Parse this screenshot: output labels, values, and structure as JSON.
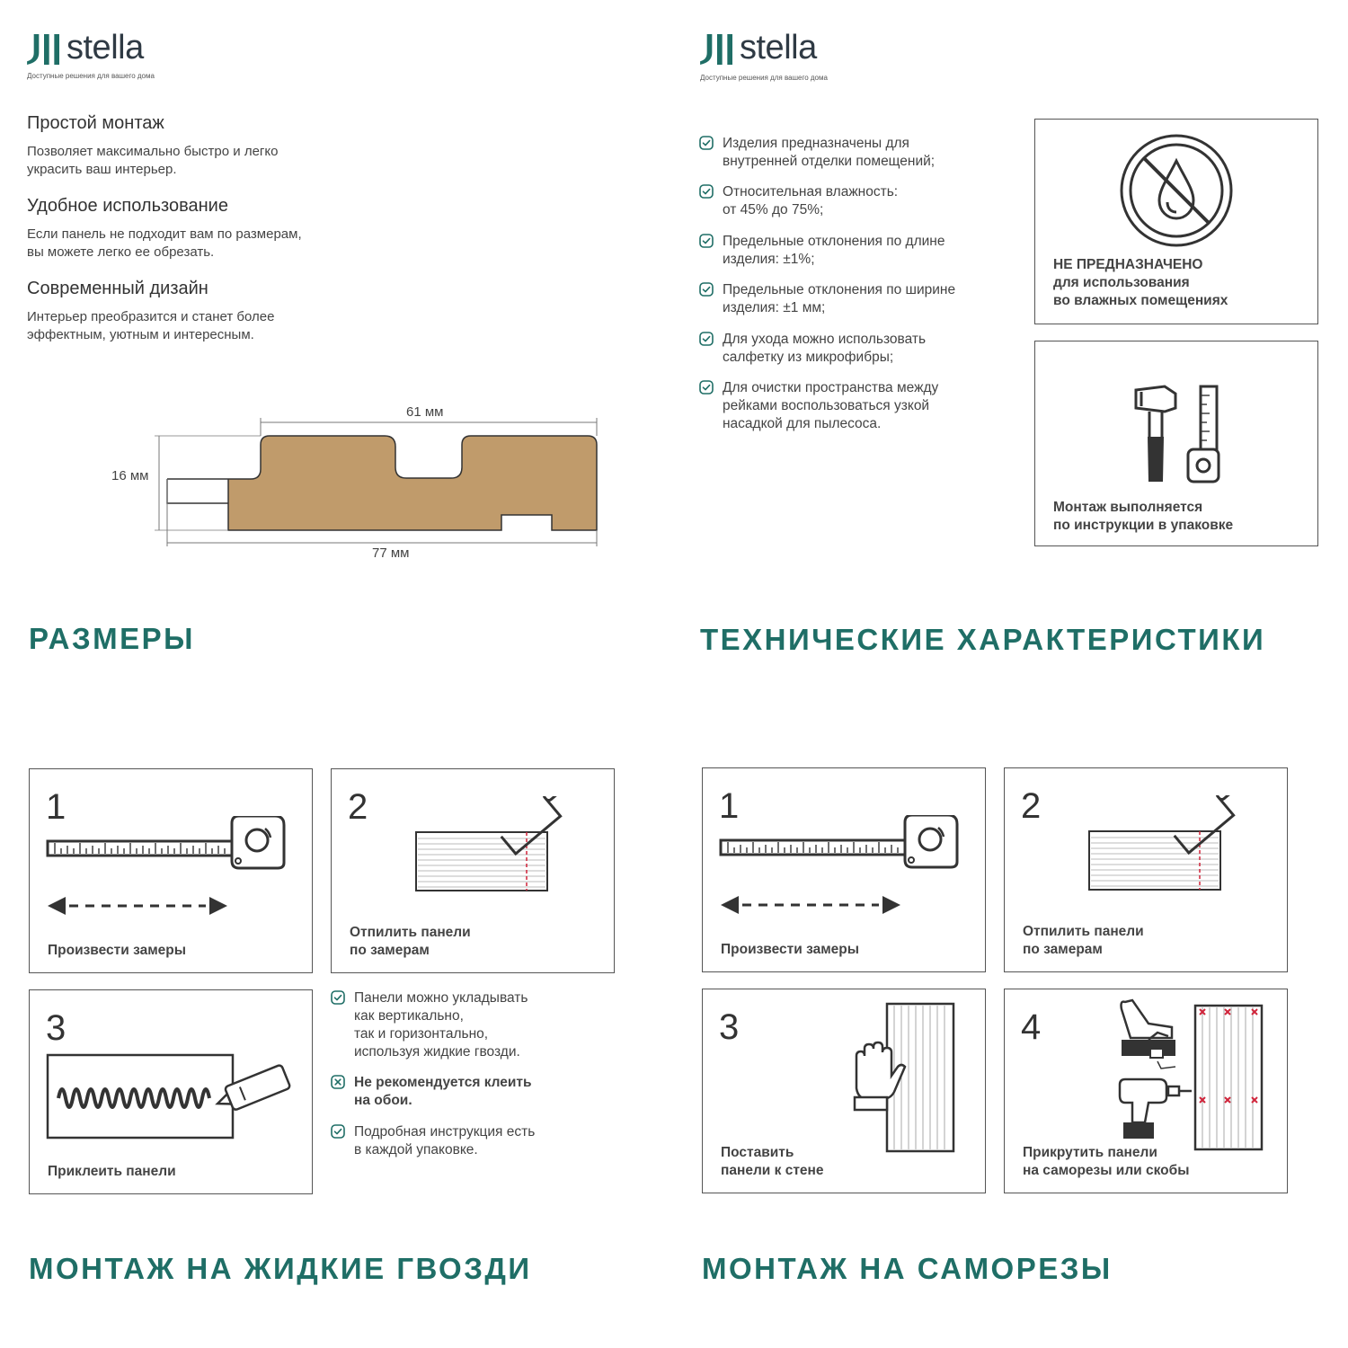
{
  "logo": {
    "name": "stella",
    "tagline": "Доступные решения для вашего дома"
  },
  "sizes": {
    "features": [
      {
        "title": "Простой монтаж",
        "text": [
          "Позволяет максимально быстро и легко",
          "украсить ваш интерьер."
        ]
      },
      {
        "title": "Удобное использование",
        "text": [
          "Если панель не подходит вам по размерам,",
          "вы можете легко ее обрезать."
        ]
      },
      {
        "title": "Современный дизайн",
        "text": [
          "Интерьер преобразится и станет более",
          "эффектным, уютным и интересным."
        ]
      }
    ],
    "dims": {
      "top": "61 мм",
      "height": "16 мм",
      "bottom": "77 мм"
    },
    "title": "РАЗМЕРЫ"
  },
  "tech": {
    "bullets": [
      [
        "Изделия предназначены для",
        "внутренней отделки помещений;"
      ],
      [
        "Относительная влажность:",
        "от 45% до 75%;"
      ],
      [
        "Предельные отклонения по длине",
        "изделия: ±1%;"
      ],
      [
        "Предельные отклонения по ширине",
        "изделия: ±1 мм;"
      ],
      [
        "Для ухода можно использовать",
        "салфетку из микрофибры;"
      ],
      [
        "Для очистки пространства между",
        "рейками воспользоваться узкой",
        "насадкой для пылесоса."
      ]
    ],
    "warning": [
      "НЕ ПРЕДНАЗНАЧЕНО",
      "для использования",
      "во влажных помещениях"
    ],
    "install_note": [
      "Монтаж выполняется",
      "по инструкции в упаковке"
    ],
    "title": "ТЕХНИЧЕСКИЕ ХАРАКТЕРИСТИКИ"
  },
  "glue": {
    "steps": [
      {
        "num": "1",
        "caption": [
          "Произвести замеры"
        ]
      },
      {
        "num": "2",
        "caption": [
          "Отпилить панели",
          "по замерам"
        ]
      },
      {
        "num": "3",
        "caption": [
          "Приклеить панели"
        ]
      }
    ],
    "notes": [
      {
        "icon": "check",
        "bold": false,
        "text": [
          "Панели можно укладывать",
          "как вертикально,",
          "так и горизонтально,",
          "используя жидкие гвозди."
        ]
      },
      {
        "icon": "cross",
        "bold": true,
        "text": [
          "Не рекомендуется клеить",
          "на обои."
        ]
      },
      {
        "icon": "check",
        "bold": false,
        "text": [
          "Подробная инструкция есть",
          "в каждой упаковке."
        ]
      }
    ],
    "title": "МОНТАЖ НА ЖИДКИЕ ГВОЗДИ"
  },
  "screws": {
    "steps": [
      {
        "num": "1",
        "caption": [
          "Произвести замеры"
        ]
      },
      {
        "num": "2",
        "caption": [
          "Отпилить панели",
          "по замерам"
        ]
      },
      {
        "num": "3",
        "caption": [
          "Поставить",
          "панели к стене"
        ]
      },
      {
        "num": "4",
        "caption": [
          "Прикрутить панели",
          "на саморезы или скобы"
        ]
      }
    ],
    "title": "МОНТАЖ НА САМОРЕЗЫ"
  },
  "colors": {
    "accent": "#1f6e66",
    "wood": "#c09b6b",
    "red": "#d0243a",
    "line": "#555555"
  }
}
